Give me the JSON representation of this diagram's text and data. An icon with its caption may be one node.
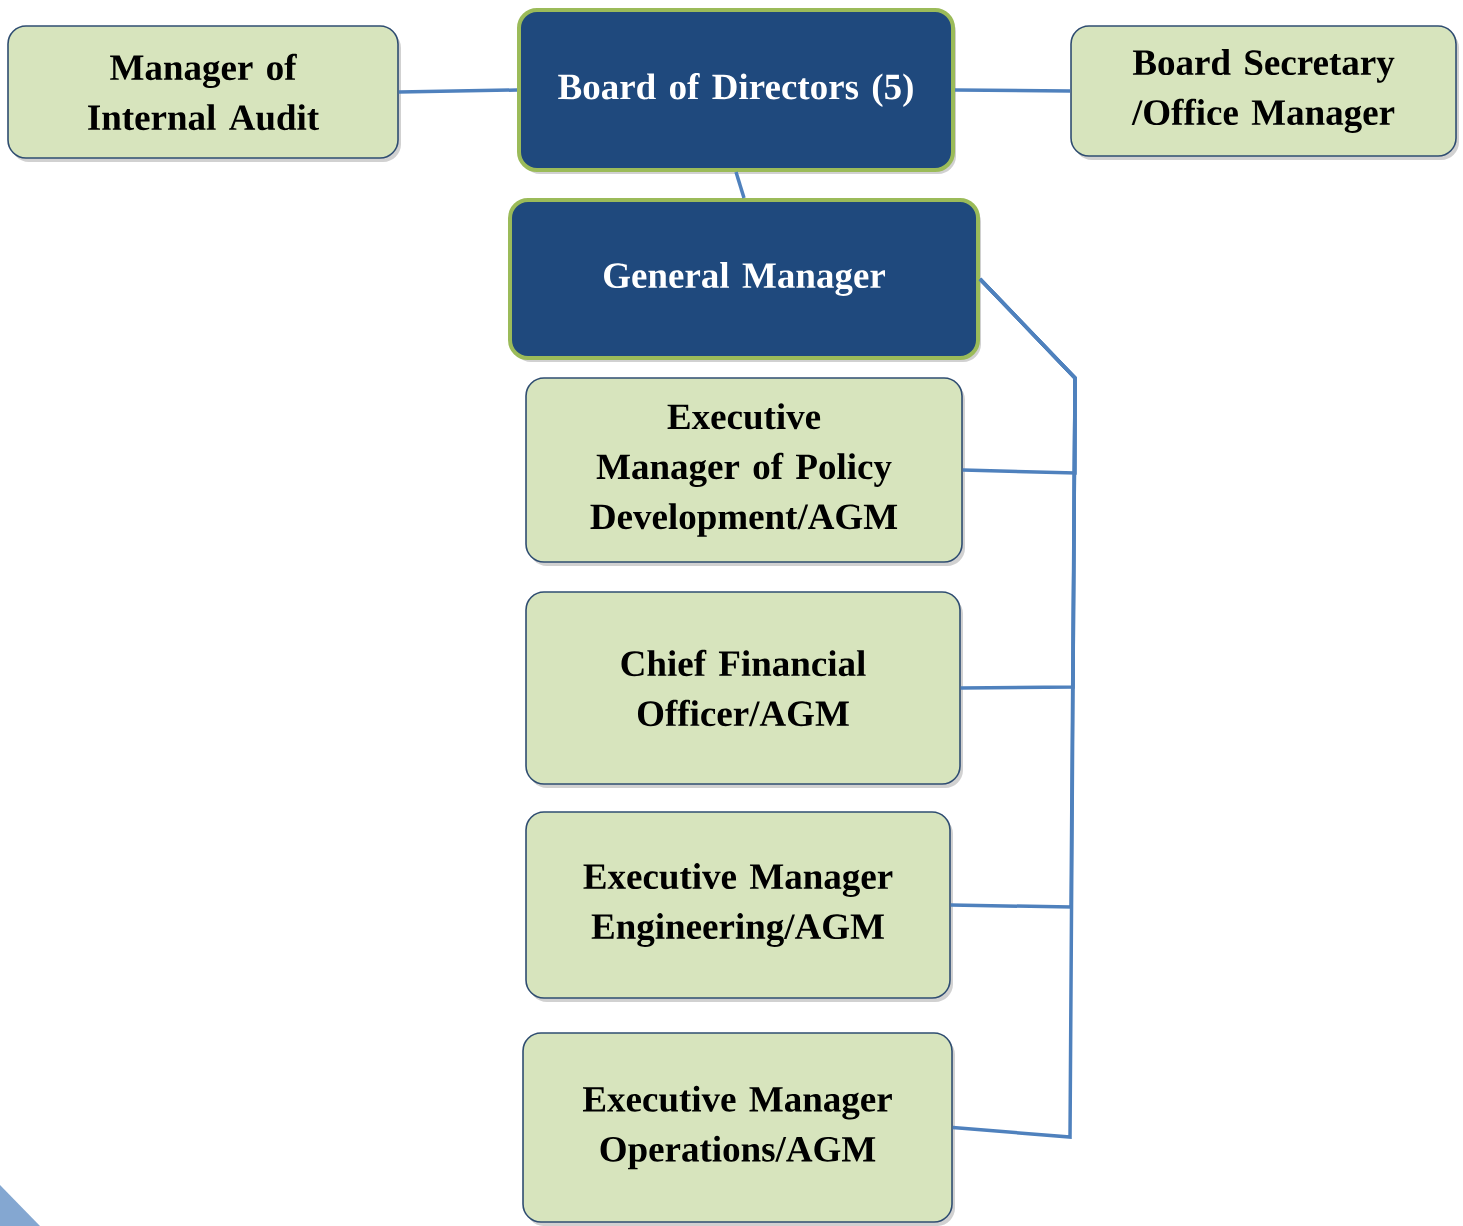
{
  "diagram": {
    "nodes": [
      {
        "text": [
          "Manager of Internal Audit"
        ]
      },
      {
        "text": [
          "Board of Directors (5)"
        ]
      },
      {
        "text": [
          "Board Secretary /Office Manager"
        ]
      },
      {
        "text": [
          "General Manager"
        ]
      },
      {
        "text": [
          "Executive Manager of Policy Development/AGM"
        ]
      },
      {
        "text": [
          "Chief Financial Officer/AGM"
        ]
      },
      {
        "text": [
          "Executive Manager Engineering/AGM"
        ]
      },
      {
        "text": [
          "Executive Manager Operations/AGM"
        ]
      }
    ],
    "edges": [
      {
        "from": 0,
        "to": 1,
        "arrow": "none"
      },
      {
        "from": 1,
        "to": 2,
        "arrow": "none"
      },
      {
        "from": 1,
        "to": 3,
        "arrow": "none"
      },
      {
        "from": 3,
        "to": 4,
        "arrow": "none"
      },
      {
        "from": 3,
        "to": 5,
        "arrow": "none"
      },
      {
        "from": 3,
        "to": 6,
        "arrow": "none"
      },
      {
        "from": 3,
        "to": 7,
        "arrow": "none"
      }
    ]
  }
}
